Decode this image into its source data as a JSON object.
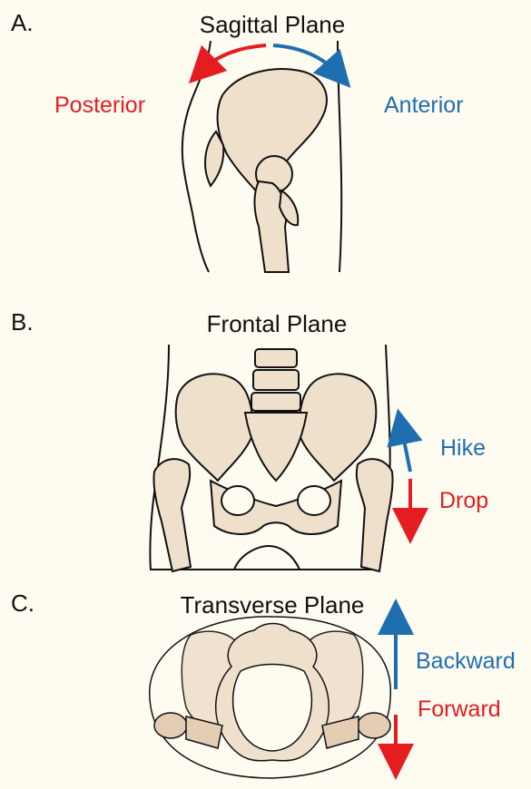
{
  "colors": {
    "blue": "#1f6fb0",
    "red": "#e41e20",
    "bone_fill": "#efe0cc",
    "outline": "#111111",
    "background": "#fefbf0"
  },
  "panel_a": {
    "letter": "A.",
    "title": "Sagittal Plane",
    "label_left": "Posterior",
    "label_right": "Anterior"
  },
  "panel_b": {
    "letter": "B.",
    "title": "Frontal Plane",
    "label_up": "Hike",
    "label_down": "Drop"
  },
  "panel_c": {
    "letter": "C.",
    "title": "Transverse Plane",
    "label_up": "Backward",
    "label_down": "Forward"
  }
}
